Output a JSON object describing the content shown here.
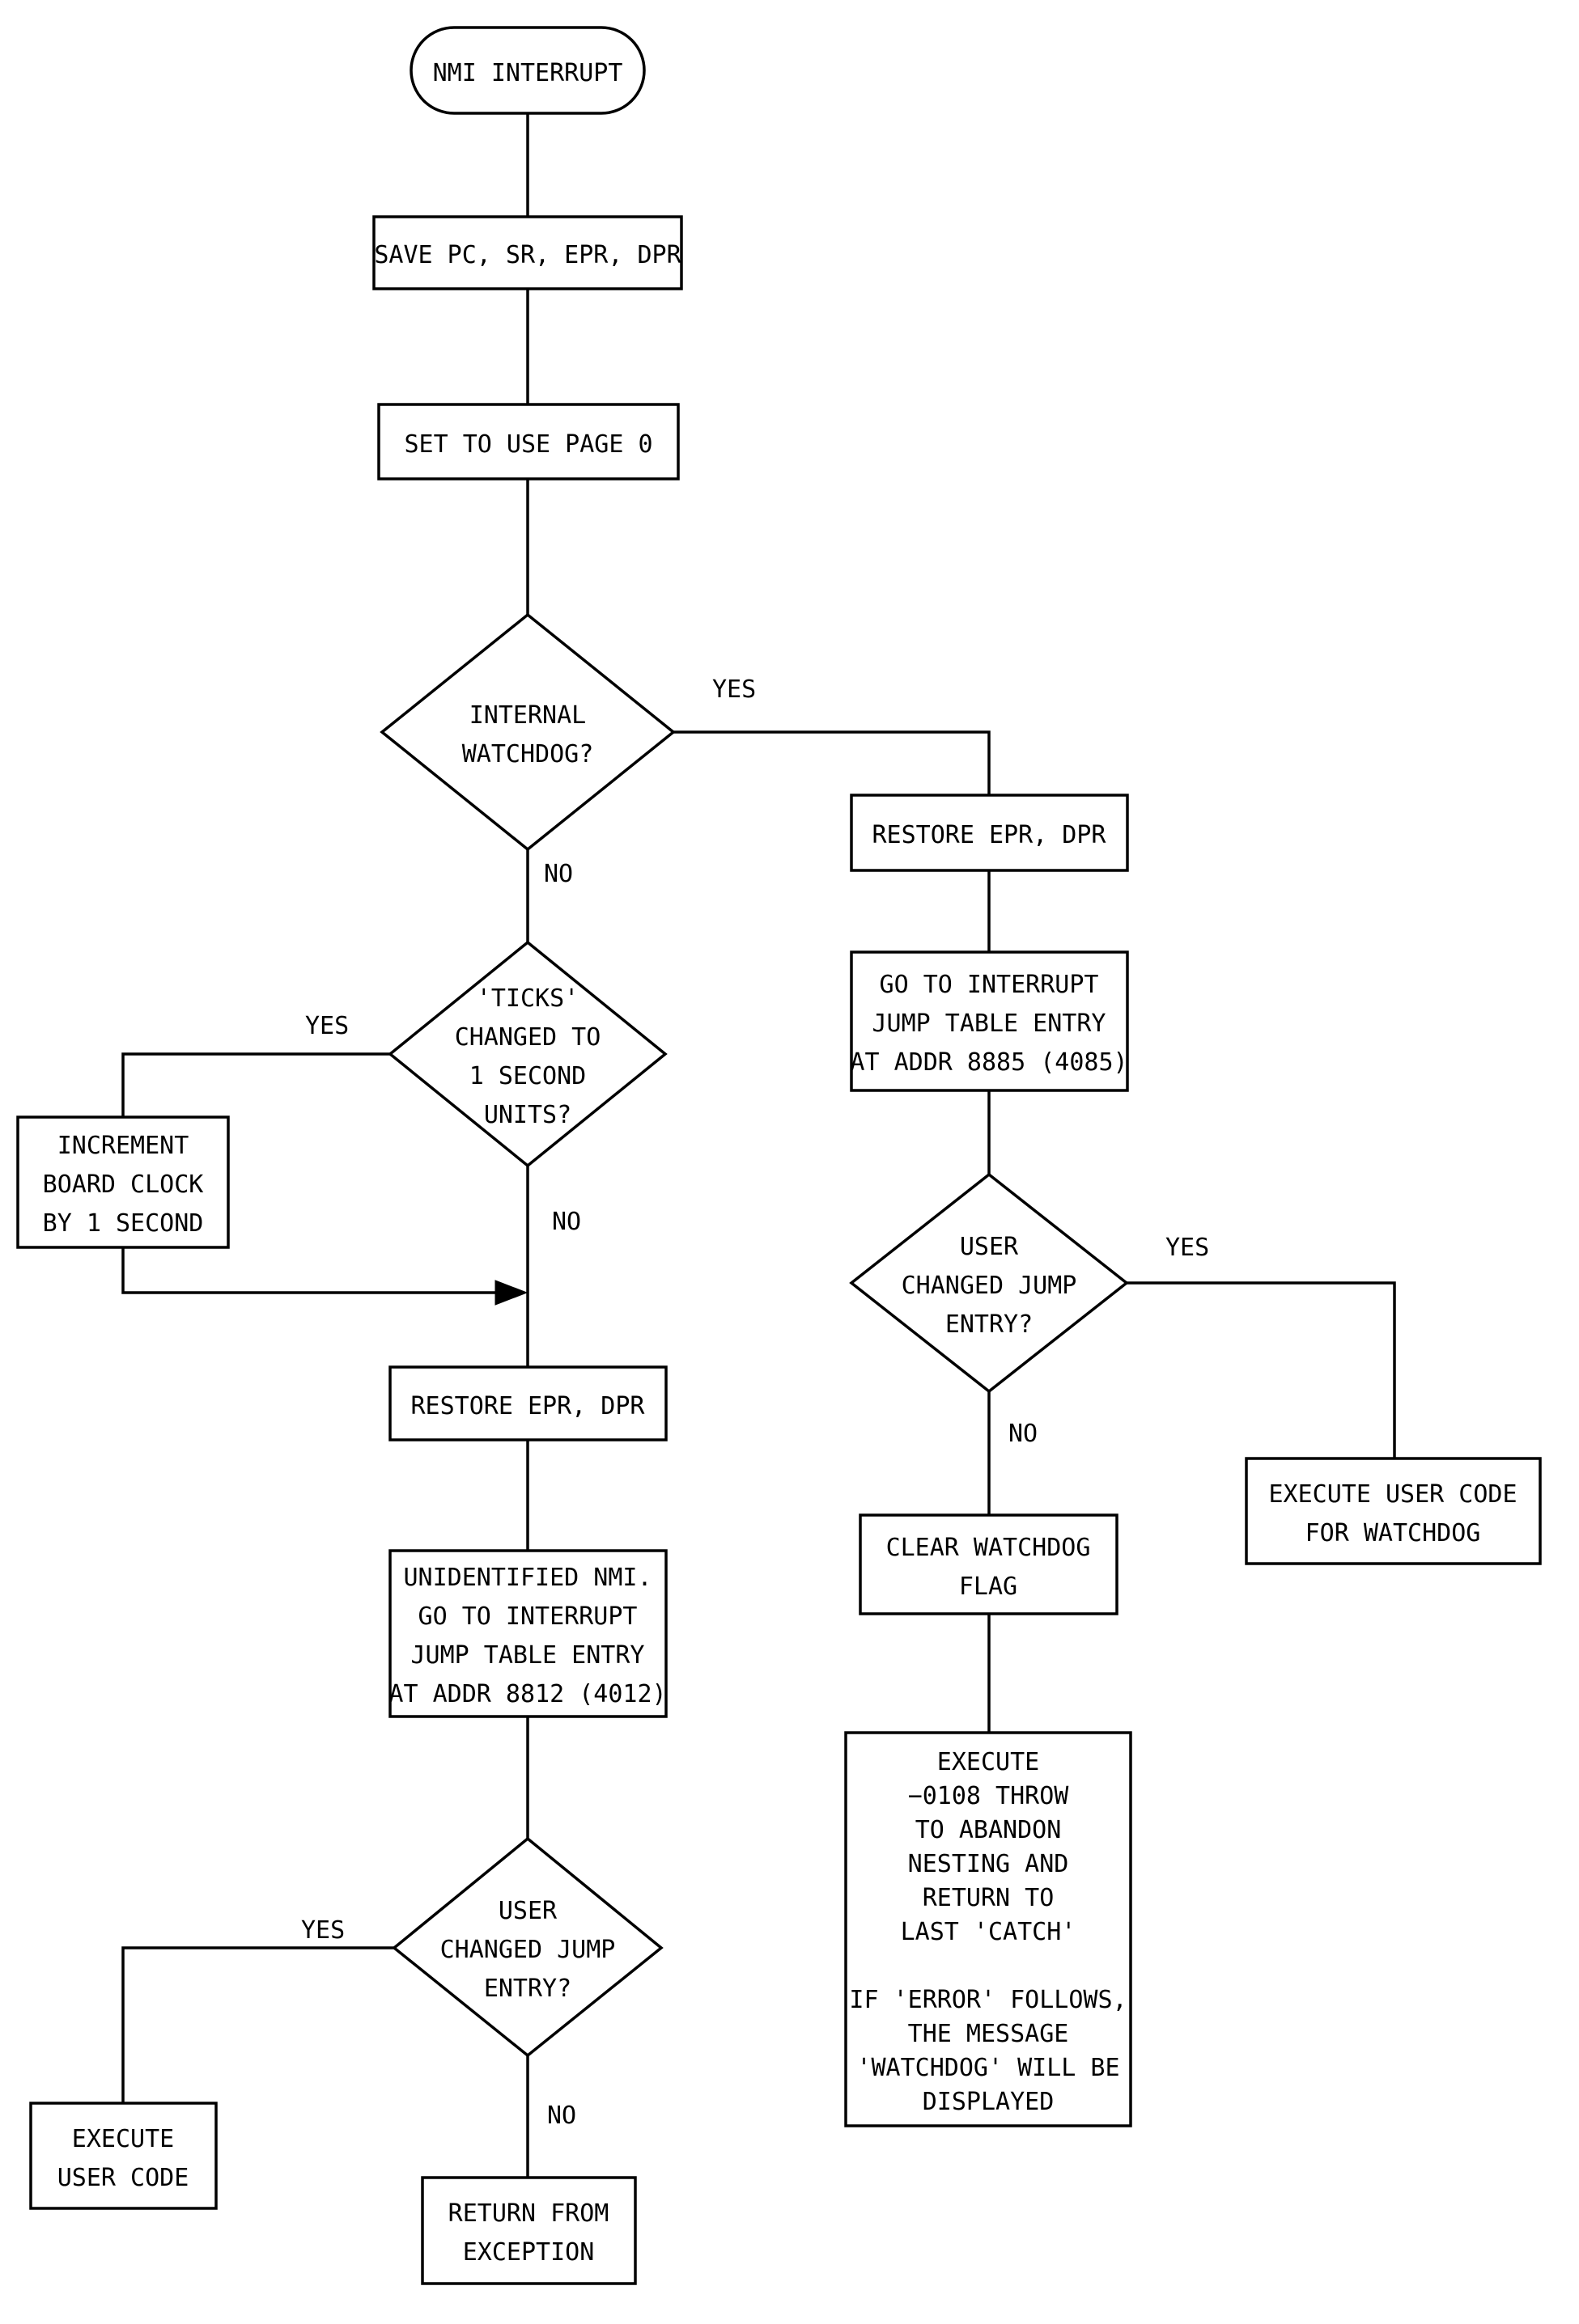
{
  "diagram": {
    "title": "NMI interrupt handling flowchart",
    "colors": {
      "line": "#000000",
      "background": "#ffffff",
      "text": "#000000"
    },
    "nodes": {
      "start": {
        "type": "terminal",
        "lines": [
          "NMI INTERRUPT"
        ]
      },
      "save_registers": {
        "type": "process",
        "lines": [
          "SAVE PC, SR, EPR, DPR"
        ]
      },
      "set_page": {
        "type": "process",
        "lines": [
          "SET TO USE PAGE 0"
        ]
      },
      "internal_watchdog": {
        "type": "decision",
        "lines": [
          "INTERNAL",
          "WATCHDOG?"
        ]
      },
      "ticks_changed": {
        "type": "decision",
        "lines": [
          "'TICKS'",
          "CHANGED TO",
          "1 SECOND",
          "UNITS?"
        ]
      },
      "increment_clock": {
        "type": "process",
        "lines": [
          "INCREMENT",
          "BOARD CLOCK",
          "BY 1 SECOND"
        ]
      },
      "restore_right": {
        "type": "process",
        "lines": [
          "RESTORE EPR, DPR"
        ]
      },
      "jump_table_8885": {
        "type": "process",
        "lines": [
          "GO TO INTERRUPT",
          "JUMP TABLE ENTRY",
          "AT ADDR 8885 (4085)"
        ]
      },
      "user_changed_right": {
        "type": "decision",
        "lines": [
          "USER",
          "CHANGED JUMP",
          "ENTRY?"
        ]
      },
      "execute_watchdog_code": {
        "type": "process",
        "lines": [
          "EXECUTE USER CODE",
          "FOR WATCHDOG"
        ]
      },
      "clear_watchdog_flag": {
        "type": "process",
        "lines": [
          "CLEAR WATCHDOG",
          "FLAG"
        ]
      },
      "throw_abandon": {
        "type": "process",
        "lines": [
          "EXECUTE",
          "−0108 THROW",
          "TO ABANDON",
          "NESTING AND",
          "RETURN TO",
          "LAST 'CATCH'",
          "",
          "IF 'ERROR' FOLLOWS,",
          "THE MESSAGE",
          "'WATCHDOG' WILL BE",
          "DISPLAYED"
        ]
      },
      "restore_main": {
        "type": "process",
        "lines": [
          "RESTORE EPR, DPR"
        ]
      },
      "jump_table_8812": {
        "type": "process",
        "lines": [
          "UNIDENTIFIED NMI.",
          "GO TO INTERRUPT",
          "JUMP TABLE ENTRY",
          "AT ADDR 8812 (4012)"
        ]
      },
      "user_changed_bottom": {
        "type": "decision",
        "lines": [
          "USER",
          "CHANGED JUMP",
          "ENTRY?"
        ]
      },
      "execute_user_code": {
        "type": "process",
        "lines": [
          "EXECUTE",
          "USER CODE"
        ]
      },
      "return_exception": {
        "type": "terminal-process",
        "lines": [
          "RETURN FROM",
          "EXCEPTION"
        ]
      }
    },
    "edge_labels": {
      "watchdog_yes": "YES",
      "watchdog_no": "NO",
      "ticks_yes": "YES",
      "ticks_no": "NO",
      "user_right_yes": "YES",
      "user_right_no": "NO",
      "user_bottom_yes": "YES",
      "user_bottom_no": "NO"
    }
  }
}
